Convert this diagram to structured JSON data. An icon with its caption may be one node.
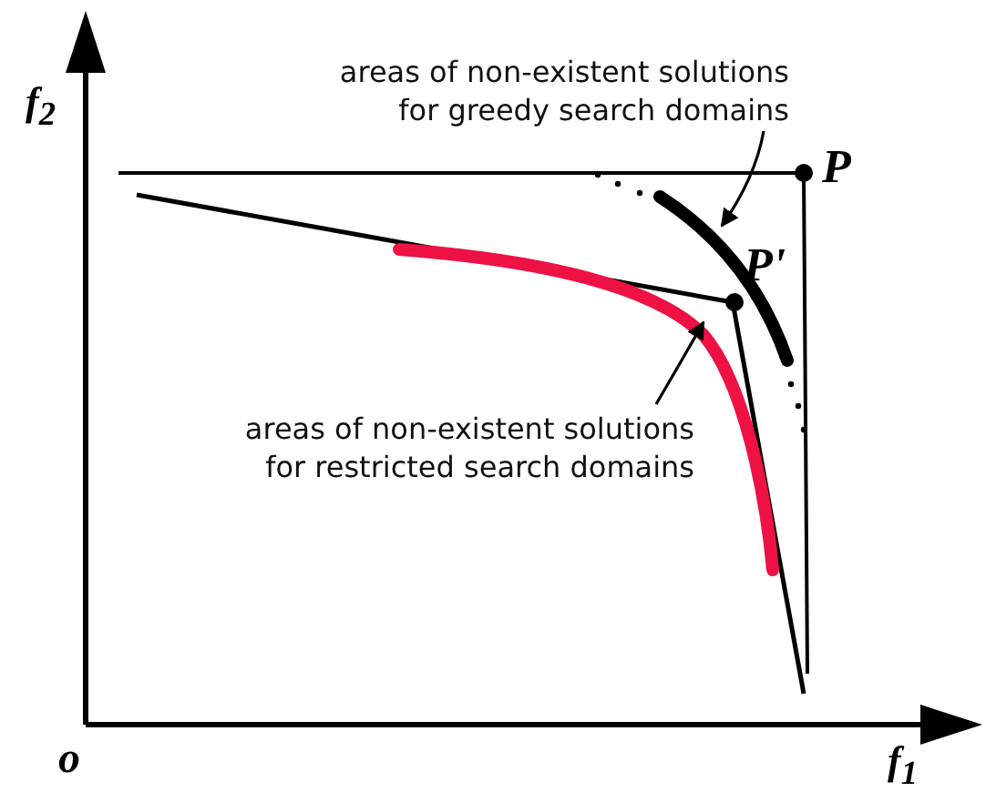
{
  "diagram": {
    "nodes": [
      {
        "text": [
          "areas of non-existent solutions for greedy search domains"
        ]
      },
      {
        "text": [],
        "shape": "curve"
      },
      {
        "text": [
          "areas of non-existent solutions for restricted search domains"
        ]
      },
      {
        "text": [],
        "shape": "curve"
      }
    ],
    "edges": [
      {
        "from": 0,
        "to": 1,
        "arrow": "to"
      },
      {
        "from": 2,
        "to": 3,
        "arrow": "to"
      }
    ],
    "labels": [
      "f$_{2}$",
      "P",
      "P'",
      "o",
      "f$_{1}$"
    ]
  }
}
